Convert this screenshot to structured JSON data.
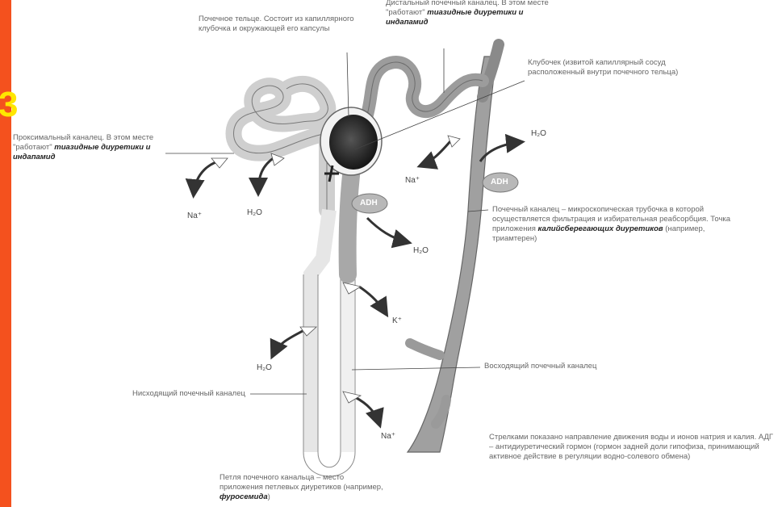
{
  "slide_number": "3",
  "labels": {
    "corpuscle": "Почечное тельце. Состоит из капиллярного клубочка и окружающей его капсулы",
    "distal_lead": "Дистальный почечный каналец. В этом месте \"работают\"",
    "distal_bold": "тиазидные диуретики и индапамид",
    "glomerulus": "Клубочек (извитой капиллярный сосуд расположенный внутри почечного тельца)",
    "proximal_lead": "Проксимальный каналец. В этом месте \"работают\"",
    "proximal_bold": "тиазидные диуретики и индапамид",
    "collecting_lead": "Почечный каналец – микроскопическая трубочка в которой осуществляется фильтрация и избирательная реабсорбция. Точка приложения",
    "collecting_bold": "калийсберегающих диуретиков",
    "collecting_tail": "(например, триамтерен)",
    "ascending": "Восходящий почечный каналец",
    "descending": "Нисходящий почечный каналец",
    "loop_lead": "Петля почечного канальца – место приложения петлевых диуретиков (например,",
    "loop_bold": "фуросемида",
    "loop_tail": ")",
    "note": "Стрелками показано направление движения воды и ионов натрия и калия. АДГ – антидиуретический гормон (гормон задней доли гипофиза, принимающий активное действие в регуляции водно-солевого обмена)"
  },
  "ions": {
    "na_proximal": "Na⁺",
    "h2o_proximal": "H₂O",
    "na_distal": "Na⁺",
    "h2o_collecting": "H₂O",
    "h2o_ascending": "H₂O",
    "k_ascending": "K⁺",
    "h2o_descending": "H₂O",
    "na_loop": "Na⁺"
  },
  "badges": {
    "adh_left": "ADH",
    "adh_right": "ADH"
  }
}
